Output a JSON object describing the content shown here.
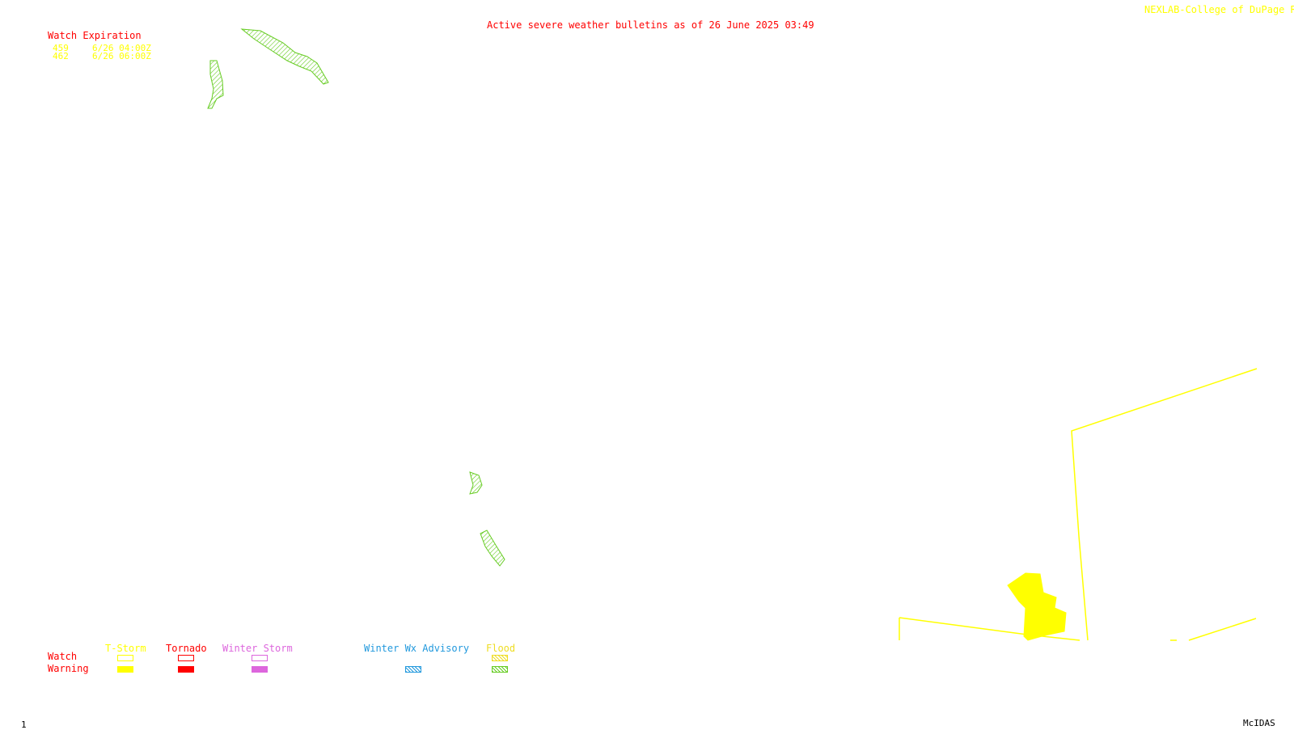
{
  "header": {
    "title": "Active severe weather bulletins as of 26 June 2025 03:49",
    "credit": "NEXLAB-College of DuPage R"
  },
  "watch_expiration": {
    "heading": "Watch Expiration",
    "rows": [
      {
        "id": "459",
        "expires": "6/26 04:00Z"
      },
      {
        "id": "462",
        "expires": "6/26 06:00Z"
      }
    ]
  },
  "legend": {
    "row_labels": {
      "watch": "Watch",
      "warning": "Warning"
    },
    "categories": [
      {
        "label": "T-Storm",
        "color": "#ffff00"
      },
      {
        "label": "Tornado",
        "color": "#ff0000"
      },
      {
        "label": "Winter Storm",
        "color": "#dd66dd"
      },
      {
        "label": "Winter Wx Advisory",
        "color": "#2299dd"
      },
      {
        "label": "Flood",
        "color": "#66cc22"
      }
    ]
  },
  "footer": {
    "frame": "1",
    "software": "McIDAS"
  },
  "colors": {
    "title": "#ff0000",
    "credit": "#ffff00",
    "flood": "#66cc22",
    "tstorm": "#ffff00"
  }
}
